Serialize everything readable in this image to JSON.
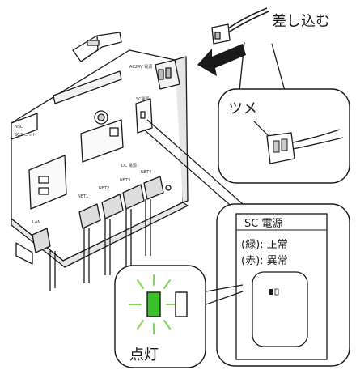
{
  "labels": {
    "insert": "差し込む",
    "claw": "ツメ",
    "panel_title": "SC 電源",
    "green_line": "(緑): 正常",
    "red_line": "(赤): 異常",
    "lit": "点灯"
  },
  "device": {
    "brand": "NSC",
    "unit": "SCユニット",
    "power_label": "AC24V 電源",
    "lan": "LAN",
    "ports": [
      "NET1",
      "NET2",
      "NET3",
      "NET4"
    ],
    "dc_label": "DC 電源",
    "sc_power_small": "SC電源"
  },
  "colors": {
    "led_on": "#3bbf2a",
    "glow": "#7ed957",
    "stroke": "#1a1a1a"
  }
}
